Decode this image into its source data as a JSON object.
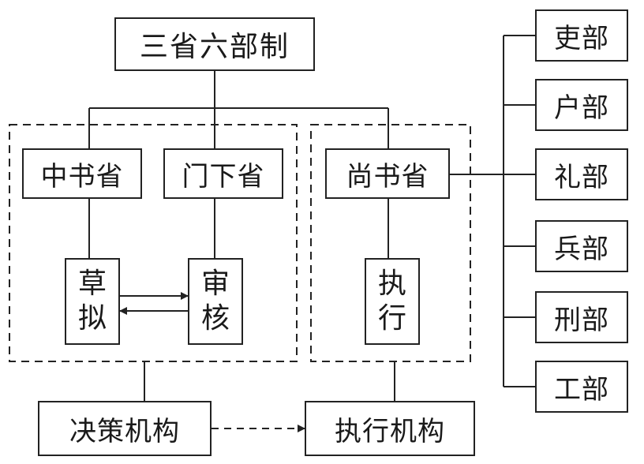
{
  "title": "三省六部制",
  "groups": {
    "decision": {
      "label": "决策机构",
      "offices": [
        "中书省",
        "门下省"
      ],
      "functions": [
        {
          "chars": [
            "草",
            "拟"
          ]
        },
        {
          "chars": [
            "审",
            "核"
          ]
        }
      ]
    },
    "execution": {
      "label": "执行机构",
      "office": "尚书省",
      "function": {
        "chars": [
          "执",
          "行"
        ]
      }
    }
  },
  "ministries": [
    "吏部",
    "户部",
    "礼部",
    "兵部",
    "刑部",
    "工部"
  ],
  "colors": {
    "line": "#222222",
    "text": "#1a1a1a",
    "background": "#ffffff"
  }
}
